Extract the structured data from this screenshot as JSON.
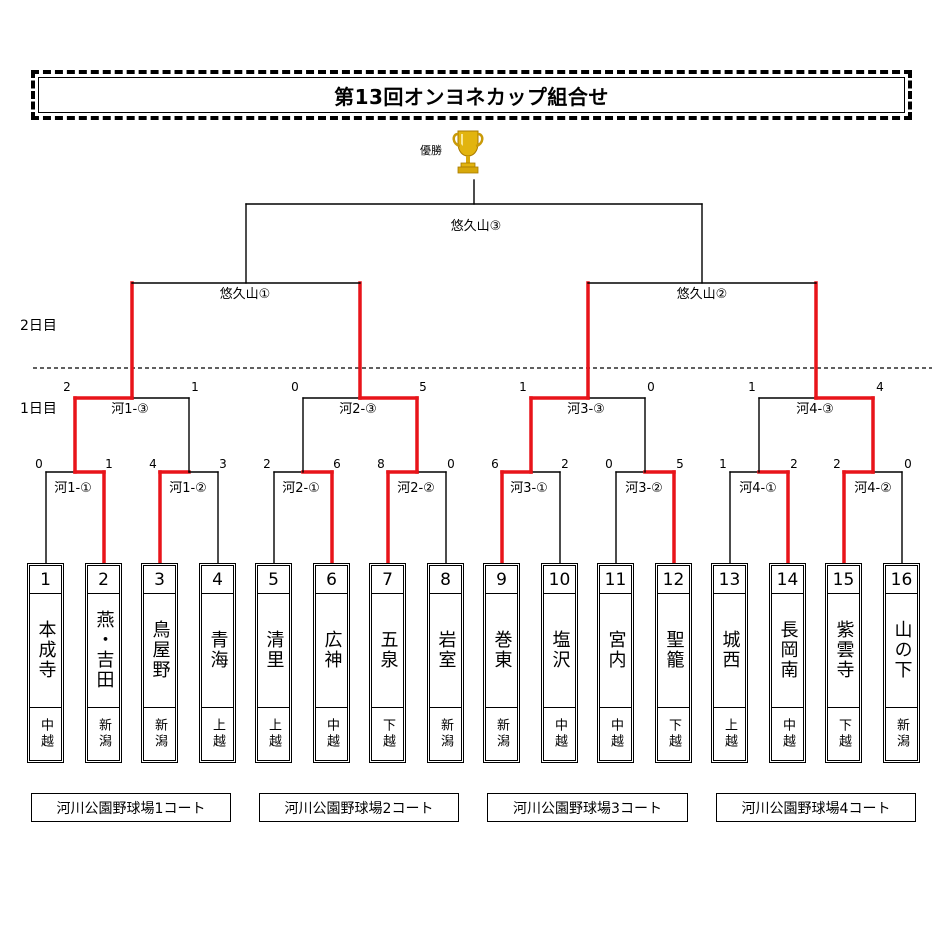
{
  "title": "第13回オンヨネカップ組合せ",
  "champion_label": "優勝",
  "day_labels": {
    "day2": "2日目",
    "day1": "1日目"
  },
  "final": {
    "label": "悠久山③"
  },
  "semifinals": [
    {
      "label": "悠久山①"
    },
    {
      "label": "悠久山②"
    }
  ],
  "quarterfinals": [
    {
      "label": "河1-③",
      "score_left": "2",
      "score_right": "1"
    },
    {
      "label": "河2-③",
      "score_left": "0",
      "score_right": "5"
    },
    {
      "label": "河3-③",
      "score_left": "1",
      "score_right": "0"
    },
    {
      "label": "河4-③",
      "score_left": "1",
      "score_right": "4"
    }
  ],
  "first_round": [
    {
      "label": "河1-①",
      "score_left": "0",
      "score_right": "1"
    },
    {
      "label": "河1-②",
      "score_left": "4",
      "score_right": "3"
    },
    {
      "label": "河2-①",
      "score_left": "2",
      "score_right": "6"
    },
    {
      "label": "河2-②",
      "score_left": "8",
      "score_right": "0"
    },
    {
      "label": "河3-①",
      "score_left": "6",
      "score_right": "2"
    },
    {
      "label": "河3-②",
      "score_left": "0",
      "score_right": "5"
    },
    {
      "label": "河4-①",
      "score_left": "1",
      "score_right": "2"
    },
    {
      "label": "河4-②",
      "score_left": "2",
      "score_right": "0"
    }
  ],
  "teams": [
    {
      "number": "1",
      "name": "本成寺",
      "region": "中越"
    },
    {
      "number": "2",
      "name": "燕・吉田",
      "region": "新潟"
    },
    {
      "number": "3",
      "name": "鳥屋野",
      "region": "新潟"
    },
    {
      "number": "4",
      "name": "青海",
      "region": "上越"
    },
    {
      "number": "5",
      "name": "清里",
      "region": "上越"
    },
    {
      "number": "6",
      "name": "広神",
      "region": "中越"
    },
    {
      "number": "7",
      "name": "五泉",
      "region": "下越"
    },
    {
      "number": "8",
      "name": "岩室",
      "region": "新潟"
    },
    {
      "number": "9",
      "name": "巻東",
      "region": "新潟"
    },
    {
      "number": "10",
      "name": "塩沢",
      "region": "中越"
    },
    {
      "number": "11",
      "name": "宮内",
      "region": "中越"
    },
    {
      "number": "12",
      "name": "聖籠",
      "region": "下越"
    },
    {
      "number": "13",
      "name": "城西",
      "region": "上越"
    },
    {
      "number": "14",
      "name": "長岡南",
      "region": "中越"
    },
    {
      "number": "15",
      "name": "紫雲寺",
      "region": "下越"
    },
    {
      "number": "16",
      "name": "山の下",
      "region": "新潟"
    }
  ],
  "courts": [
    {
      "label": "河川公園野球場1コート"
    },
    {
      "label": "河川公園野球場2コート"
    },
    {
      "label": "河川公園野球場3コート"
    },
    {
      "label": "河川公園野球場4コート"
    }
  ],
  "colors": {
    "winner_line": "#e8141a",
    "line": "#000000",
    "trophy": "#e2b40f"
  }
}
